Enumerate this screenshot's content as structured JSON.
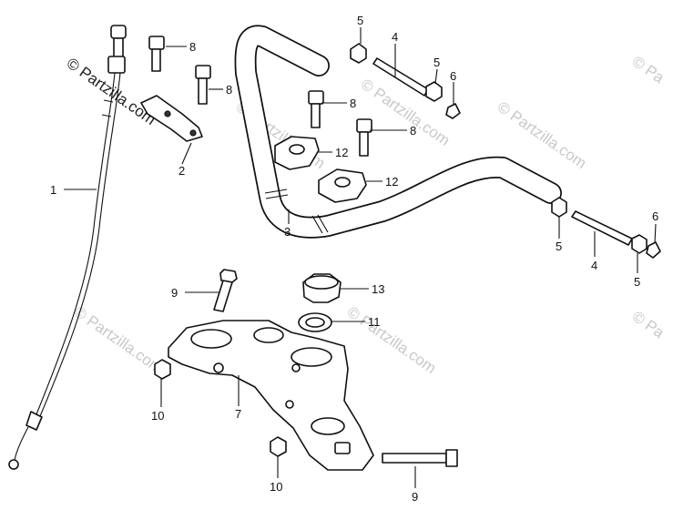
{
  "watermark": {
    "main": "© Partzilla.com",
    "faint": [
      "© Partzilla.com",
      "© Partzilla.com",
      "© Partzilla.com",
      "© Partzilla.com",
      "© Partzilla.com",
      "© Pa",
      "© Pa"
    ]
  },
  "callouts": [
    "1",
    "2",
    "3",
    "4",
    "4",
    "5",
    "5",
    "5",
    "5",
    "6",
    "6",
    "7",
    "8",
    "8",
    "8",
    "8",
    "9",
    "9",
    "10",
    "10",
    "11",
    "12",
    "12",
    "13"
  ]
}
